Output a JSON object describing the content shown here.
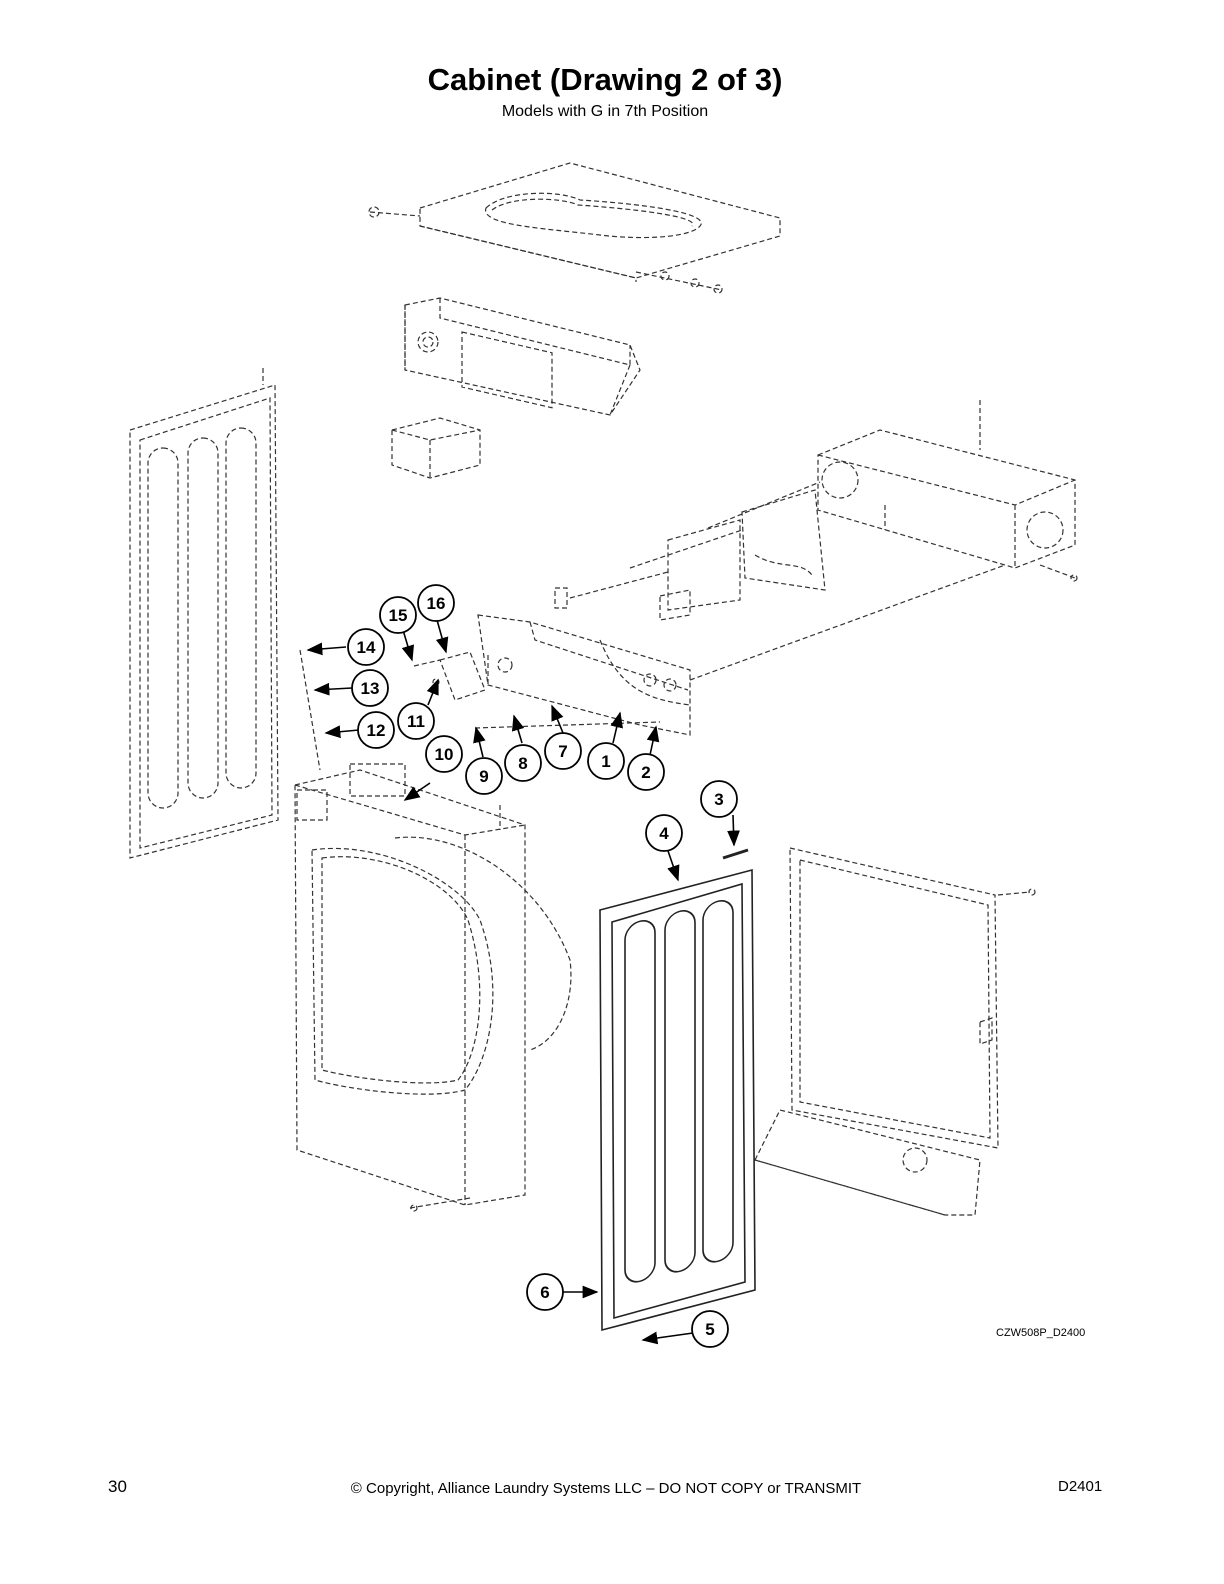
{
  "header": {
    "title": "Cabinet (Drawing 2 of 3)",
    "subtitle": "Models with G in 7th Position"
  },
  "drawing": {
    "code": "CZW508P_D2400",
    "callouts": [
      "1",
      "2",
      "3",
      "4",
      "5",
      "6",
      "7",
      "8",
      "9",
      "10",
      "11",
      "12",
      "13",
      "14",
      "15",
      "16"
    ]
  },
  "footer": {
    "page_number": "30",
    "copyright": "© Copyright, Alliance Laundry Systems LLC – DO NOT COPY or TRANSMIT",
    "document_id": "D2401"
  }
}
